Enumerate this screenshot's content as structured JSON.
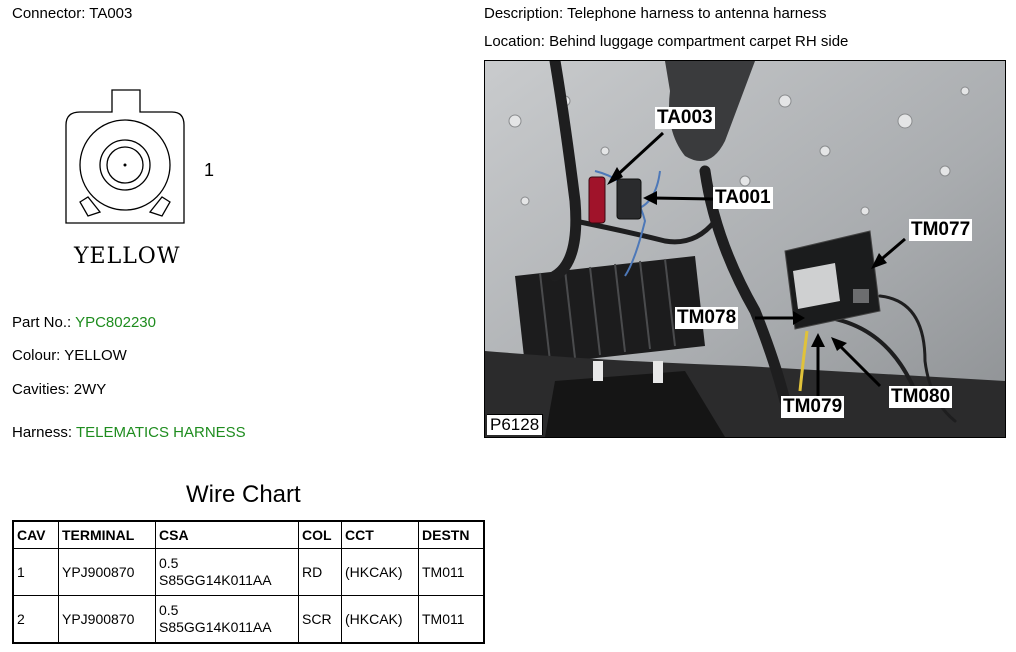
{
  "connector": {
    "label": "Connector:",
    "value": "TA003",
    "cavity_number": "1",
    "colour_caption": "YELLOW"
  },
  "description": {
    "label": "Description:",
    "value": "Telephone harness to antenna harness"
  },
  "location": {
    "label": "Location:",
    "value": "Behind luggage compartment carpet RH side"
  },
  "part": {
    "label": "Part No.:",
    "value": "YPC802230"
  },
  "colour": {
    "label": "Colour:",
    "value": "YELLOW"
  },
  "cavities": {
    "label": "Cavities:",
    "value": "2WY"
  },
  "harness": {
    "label": "Harness:",
    "value": "TELEMATICS HARNESS"
  },
  "photo": {
    "id": "P6128",
    "callouts": [
      "TA003",
      "TA001",
      "TM077",
      "TM078",
      "TM079",
      "TM080"
    ]
  },
  "wire_chart": {
    "title": "Wire Chart",
    "headers": [
      "CAV",
      "TERMINAL",
      "CSA",
      "COL",
      "CCT",
      "DESTN"
    ],
    "rows": [
      {
        "cav": "1",
        "terminal": "YPJ900870",
        "csa_1": "0.5",
        "csa_2": "S85GG14K011AA",
        "col": "RD",
        "cct": "(HKCAK)",
        "destn": "TM011"
      },
      {
        "cav": "2",
        "terminal": "YPJ900870",
        "csa_1": "0.5",
        "csa_2": "S85GG14K011AA",
        "col": "SCR",
        "cct": "(HKCAK)",
        "destn": "TM011"
      }
    ]
  },
  "colors": {
    "link_green": "#1e8c1e"
  }
}
